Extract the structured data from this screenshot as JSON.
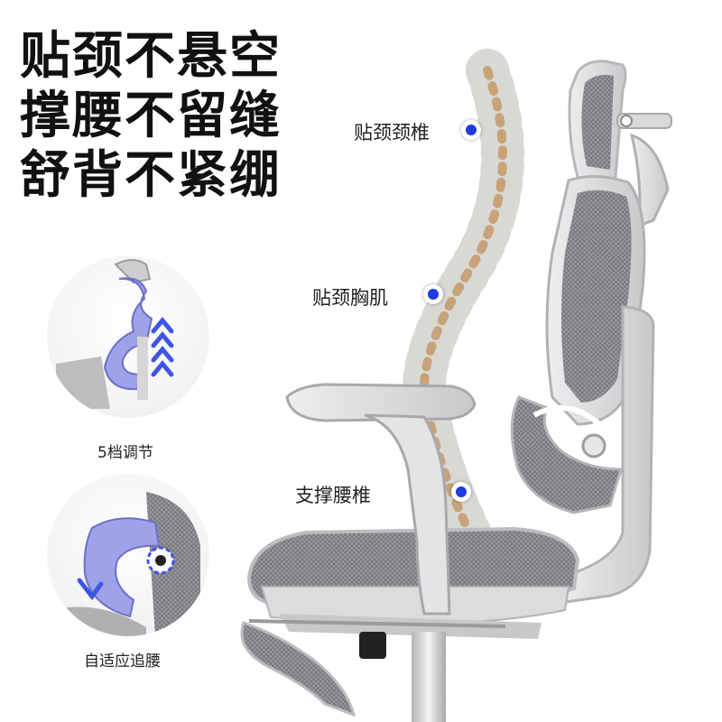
{
  "headline": {
    "line1": "贴颈不悬空",
    "line2": "撑腰不留缝",
    "line3": "舒背不紧绷"
  },
  "callouts": {
    "neck": "贴颈颈椎",
    "chest": "贴颈胸肌",
    "waist": "支撑腰椎"
  },
  "detail_captions": {
    "top": "5档调节",
    "bottom": "自适应追腰"
  },
  "colors": {
    "accent_blue": "#1e3be0",
    "mesh_gray": "#8e8e92",
    "frame_gray": "#d6d6d8",
    "lumbar_purple": "#8f93e0"
  }
}
